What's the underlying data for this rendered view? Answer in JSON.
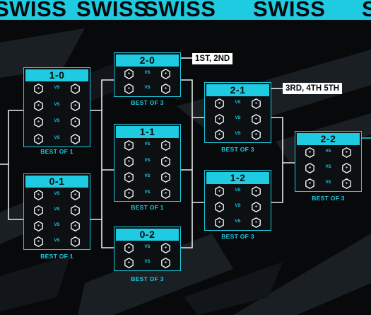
{
  "banner": {
    "word": "SWISS"
  },
  "groups": [
    {
      "id": "g10",
      "record": "1-0",
      "best_of": "BEST OF 1",
      "matches": 4
    },
    {
      "id": "g01",
      "record": "0-1",
      "best_of": "BEST OF 1",
      "matches": 4
    },
    {
      "id": "g20",
      "record": "2-0",
      "best_of": "BEST OF 3",
      "matches": 2
    },
    {
      "id": "g11",
      "record": "1-1",
      "best_of": "BEST OF 1",
      "matches": 4
    },
    {
      "id": "g02",
      "record": "0-2",
      "best_of": "BEST OF 3",
      "matches": 2
    },
    {
      "id": "g21",
      "record": "2-1",
      "best_of": "BEST OF 3",
      "matches": 3
    },
    {
      "id": "g12",
      "record": "1-2",
      "best_of": "BEST OF 3",
      "matches": 3
    },
    {
      "id": "g22",
      "record": "2-2",
      "best_of": "BEST OF 3",
      "matches": 3
    }
  ],
  "results": {
    "qualified_20": "1ST, 2ND",
    "qualified_21": "3RD, 4TH 5TH"
  },
  "vs_label": "VS",
  "colors": {
    "accent": "#1ecbe1",
    "background": "#07090b",
    "result_box": "#ffffff"
  },
  "icons": {
    "team_slot": "hexagon-icon"
  }
}
